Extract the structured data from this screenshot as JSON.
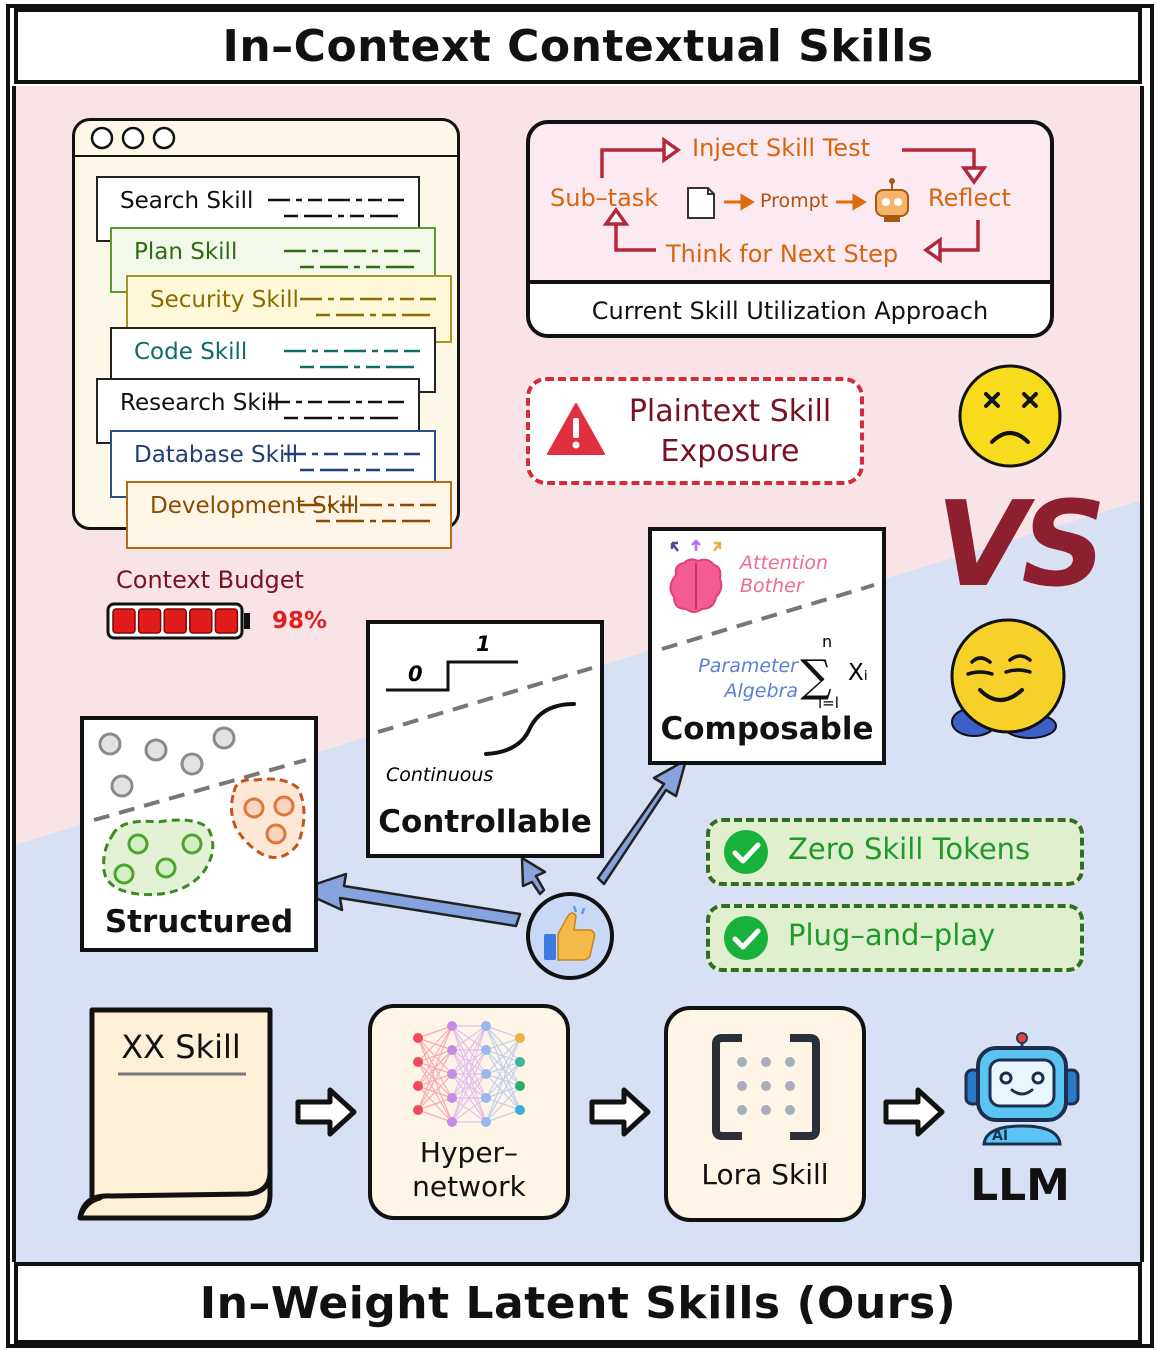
{
  "top_banner": "In–Context Contextual Skills",
  "bottom_banner": "In–Weight Latent Skills (Ours)",
  "skills": [
    {
      "label": "Search Skill",
      "color": "#111111"
    },
    {
      "label": "Plan Skill",
      "color": "#2e6b14"
    },
    {
      "label": "Security Skill",
      "color": "#8a6d00"
    },
    {
      "label": "Code Skill",
      "color": "#0f6b66"
    },
    {
      "label": "Research Skill",
      "color": "#111111"
    },
    {
      "label": "Database Skill",
      "color": "#1e3f7a"
    },
    {
      "label": "Development Skill",
      "color": "#8a4a00"
    }
  ],
  "context_budget": {
    "label": "Context Budget",
    "value_text": "98%",
    "value": 0.98
  },
  "current_approach": {
    "caption": "Current Skill Utilization Approach",
    "inject": "Inject Skill Test",
    "subtask": "Sub–task",
    "prompt": "Prompt",
    "reflect": "Reflect",
    "think": "Think for Next Step"
  },
  "plaintext": {
    "line1": "Plaintext Skill",
    "line2": "Exposure"
  },
  "vs": "VS",
  "controllable": {
    "title": "Controllable",
    "zero": "0",
    "one": "1",
    "continuous": "Continuous"
  },
  "composable": {
    "title": "Composable",
    "attention1": "Attention",
    "attention2": "Bother",
    "param1": "Parameter",
    "param2": "Algebra",
    "sum_top": "n",
    "sum_bottom": "i=l",
    "sum_term": "Xᵢ"
  },
  "structured": {
    "title": "Structured"
  },
  "benefits": [
    "Zero Skill Tokens",
    "Plug–and–play"
  ],
  "pipeline": {
    "doc": "XX Skill",
    "hyper1": "Hyper–",
    "hyper2": "network",
    "lora": "Lora Skill",
    "llm": "LLM",
    "ai_badge": "AI"
  },
  "colors": {
    "pink_bg": "#f8e3e6",
    "blue_bg": "#d7e1f3",
    "accent_orange": "#d9650e",
    "accent_red": "#b5273a",
    "vs_red": "#8e1f2e",
    "warning_red": "#e0303f",
    "check_green": "#18b23a",
    "benefit_green": "#1d9a2b",
    "arrow_blue": "#86a3dd"
  }
}
